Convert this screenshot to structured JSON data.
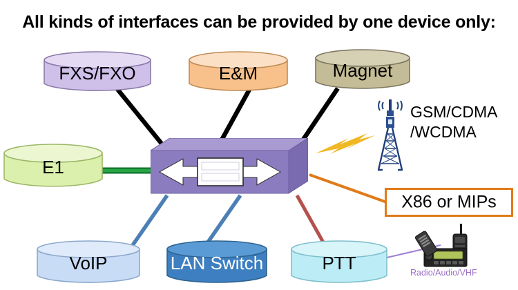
{
  "title": "All kinds of interfaces can be provided by one device only:",
  "interfaces": [
    {
      "id": "fxs-fxo",
      "label": "FXS/FXO",
      "fill_top": "#E2D7F2",
      "fill_body": "#CFC0EA",
      "stroke": "#8A7AA8",
      "text_color": "#000000"
    },
    {
      "id": "em",
      "label": "E&M",
      "fill_top": "#FBDCC0",
      "fill_body": "#F8C18C",
      "stroke": "#C08C54",
      "text_color": "#000000"
    },
    {
      "id": "magnet",
      "label": "Magnet",
      "fill_top": "#D4CEB0",
      "fill_body": "#C4BC96",
      "stroke": "#8A8468",
      "text_color": "#000000"
    },
    {
      "id": "e1",
      "label": "E1",
      "fill_top": "#E8F5C8",
      "fill_body": "#DCF0AE",
      "stroke": "#9CB866",
      "text_color": "#000000"
    },
    {
      "id": "voip",
      "label": "VoIP",
      "fill_top": "#DCE8F8",
      "fill_body": "#C4D8F2",
      "stroke": "#8CA8CC",
      "text_color": "#000000"
    },
    {
      "id": "lan-switch",
      "label": "LAN Switch",
      "fill_top": "#5B9BD5",
      "fill_body": "#3D7FC0",
      "stroke": "#2E628F",
      "text_color": "#FFFFFF"
    },
    {
      "id": "ptt",
      "label": "PTT",
      "fill_top": "#D6F4F8",
      "fill_body": "#BCEDF6",
      "stroke": "#7FBFCC",
      "text_color": "#000000"
    }
  ],
  "device": {
    "name": "one-device",
    "face_color": "#8B7CC0",
    "top_color": "#A99BD2",
    "side_color": "#7A6AB0",
    "panel_color": "#FFFFFF",
    "arrow_left": "left-arrow",
    "arrow_right": "right-arrow"
  },
  "wireless": {
    "tower_icon": "cell-tower-icon",
    "bolt_icon": "lightning-bolt-icon",
    "label_line1": "GSM/CDMA",
    "label_line2": "/WCDMA",
    "bolt_color": "#F0B823"
  },
  "x86": {
    "label": "X86 or MIPs",
    "border_color": "#E07A18"
  },
  "radio": {
    "caption": "Radio/Audio/VHF",
    "caption_color": "#9B6FC4",
    "handheld_icon": "handheld-radio-icon",
    "mobile_icon": "mobile-radio-icon"
  },
  "connectors": [
    {
      "id": "conn-fxs-fxo",
      "from": "fxs-fxo",
      "to": "device",
      "color": "#000000",
      "width": 6.5
    },
    {
      "id": "conn-em",
      "from": "em",
      "to": "device",
      "color": "#000000",
      "width": 6.5
    },
    {
      "id": "conn-magnet",
      "from": "magnet",
      "to": "device",
      "color": "#000000",
      "width": 6.5
    },
    {
      "id": "conn-e1",
      "from": "e1",
      "to": "device",
      "color": "#1E8C3A",
      "width": 7
    },
    {
      "id": "conn-voip",
      "from": "device",
      "to": "voip",
      "color": "#4C7FB5",
      "width": 5
    },
    {
      "id": "conn-lan-switch",
      "from": "device",
      "to": "lan-switch",
      "color": "#4C7FB5",
      "width": 5
    },
    {
      "id": "conn-ptt",
      "from": "device",
      "to": "ptt",
      "color": "#B54C4C",
      "width": 5
    },
    {
      "id": "conn-x86",
      "from": "device",
      "to": "x86",
      "color": "#E07A18",
      "width": 4
    },
    {
      "id": "conn-radio",
      "from": "ptt",
      "to": "radio",
      "color": "#9B7FD0",
      "width": 2
    }
  ]
}
